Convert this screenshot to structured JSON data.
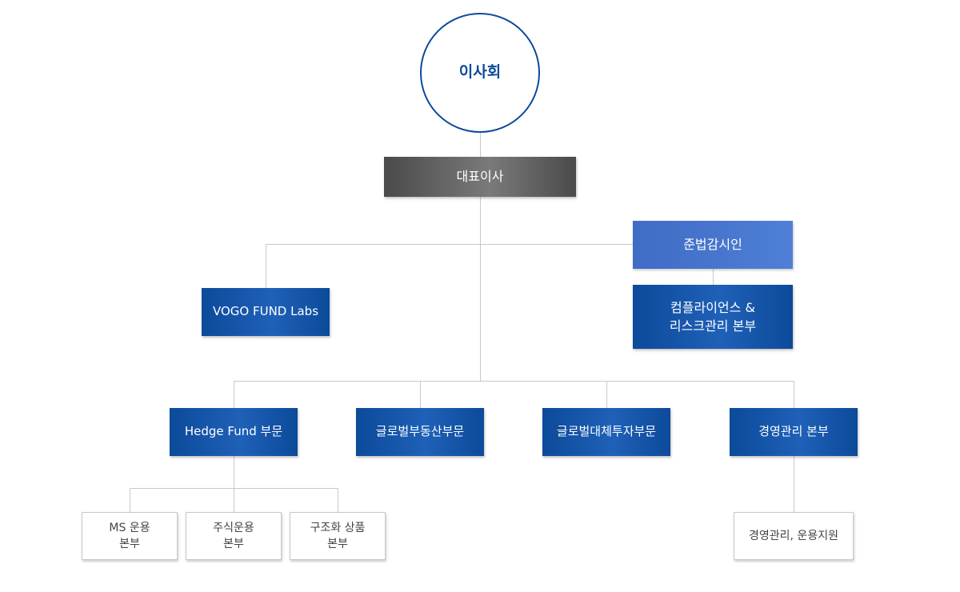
{
  "board": {
    "label": "이사회"
  },
  "ceo": {
    "label": "대표이사"
  },
  "compliance_officer": {
    "label": "준법감시인"
  },
  "vogo_labs": {
    "label": "VOGO FUND Labs"
  },
  "compliance_risk": {
    "line1": "컴플라이언스 &",
    "line2": "리스크관리 본부"
  },
  "divisions": [
    {
      "label": "Hedge Fund 부문"
    },
    {
      "label": "글로벌부동산부문"
    },
    {
      "label": "글로벌대체투자부문"
    },
    {
      "label": "경영관리 본부"
    }
  ],
  "hedge_sub": [
    {
      "line1": "MS 운용",
      "line2": "본부"
    },
    {
      "line1": "주식운용",
      "line2": "본부"
    },
    {
      "line1": "구조화 상품",
      "line2": "본부"
    }
  ],
  "mgmt_sub": {
    "label": "경영관리, 운용지원"
  },
  "colors": {
    "primary_blue": "#0c4a9a",
    "light_blue": "#4a78d2",
    "ceo_gray": "#5a5a5a",
    "connector": "#c9c9c9"
  }
}
